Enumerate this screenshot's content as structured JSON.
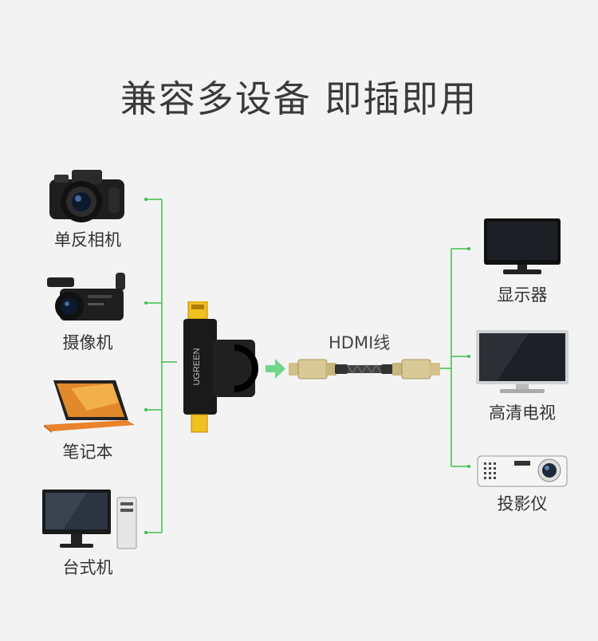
{
  "title": "兼容多设备 即插即用",
  "cable_label": "HDMI线",
  "colors": {
    "line": "#3fbf4a",
    "arrow": "#6fd68a",
    "background": "#f3f3f3"
  },
  "left_devices": [
    {
      "label": "单反相机",
      "icon": "dslr-camera-icon"
    },
    {
      "label": "摄像机",
      "icon": "camcorder-icon"
    },
    {
      "label": "笔记本",
      "icon": "laptop-icon"
    },
    {
      "label": "台式机",
      "icon": "desktop-computer-icon"
    }
  ],
  "right_devices": [
    {
      "label": "显示器",
      "icon": "monitor-icon"
    },
    {
      "label": "高清电视",
      "icon": "hdtv-icon"
    },
    {
      "label": "投影仪",
      "icon": "projector-icon"
    }
  ],
  "adapter": {
    "brand": "UGREEN",
    "icon": "hdmi-adapter-icon"
  },
  "cable": {
    "icon": "hdmi-cable-icon"
  }
}
